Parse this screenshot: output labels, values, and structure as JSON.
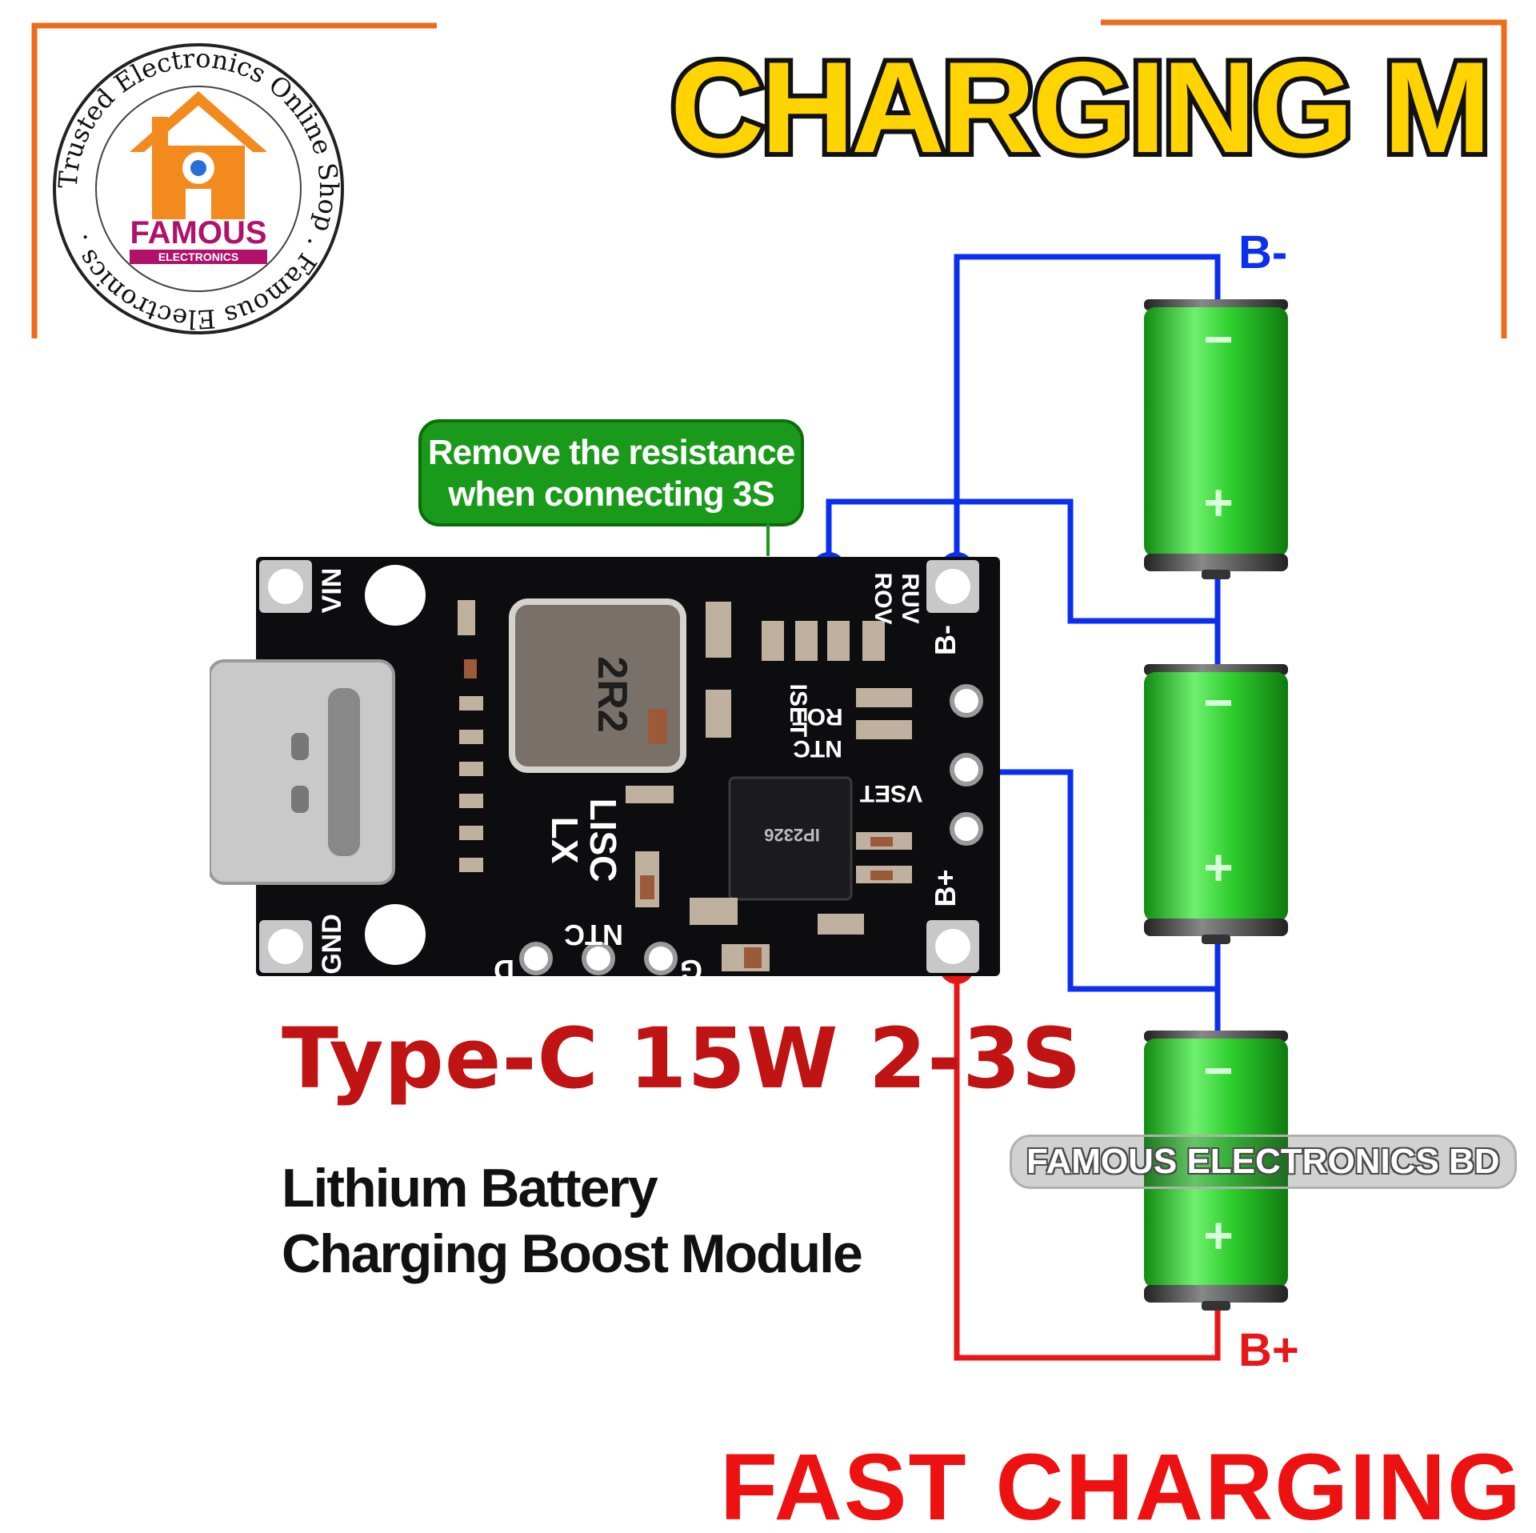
{
  "headline": "CHARGING M",
  "logo": {
    "ring_text": "Trusted Electronics Online Shop . Famous Electronics .",
    "brand": "FAMOUS",
    "sub": "ELECTRONICS"
  },
  "callout": {
    "line1": "Remove the resistance",
    "line2": "when connecting 3S"
  },
  "board": {
    "labels": {
      "vin": "VIN",
      "gnd": "GND",
      "b_minus": "B-",
      "b_plus": "B+",
      "lx": "LX",
      "lisc": "LISC",
      "ntc_bottom": "NTC",
      "d": "D",
      "g": "G",
      "riv": "RUV",
      "rov": "ROV",
      "iset": "ISET",
      "rot": "ROT",
      "ntc": "NTC",
      "vset": "VSET",
      "chip": "IP2326",
      "inductor": "2R2"
    }
  },
  "battery_labels": {
    "minus": "B-",
    "plus": "B+",
    "cell_minus": "−",
    "cell_plus": "+"
  },
  "product_title": "Type-C 15W 2-3S",
  "description": {
    "line1": "Lithium Battery",
    "line2": "Charging Boost Module"
  },
  "watermark": "FAMOUS ELECTRONICS BD",
  "footer": "FAST CHARGING",
  "colors": {
    "frame_orange": "#ee6b1a",
    "headline_yellow": "#ffd400",
    "wire_blue": "#0b2ff0",
    "wire_red": "#e81717",
    "battery_green": "#2fcf2f",
    "title_red": "#c01313",
    "callout_green": "#1a9a1a"
  }
}
